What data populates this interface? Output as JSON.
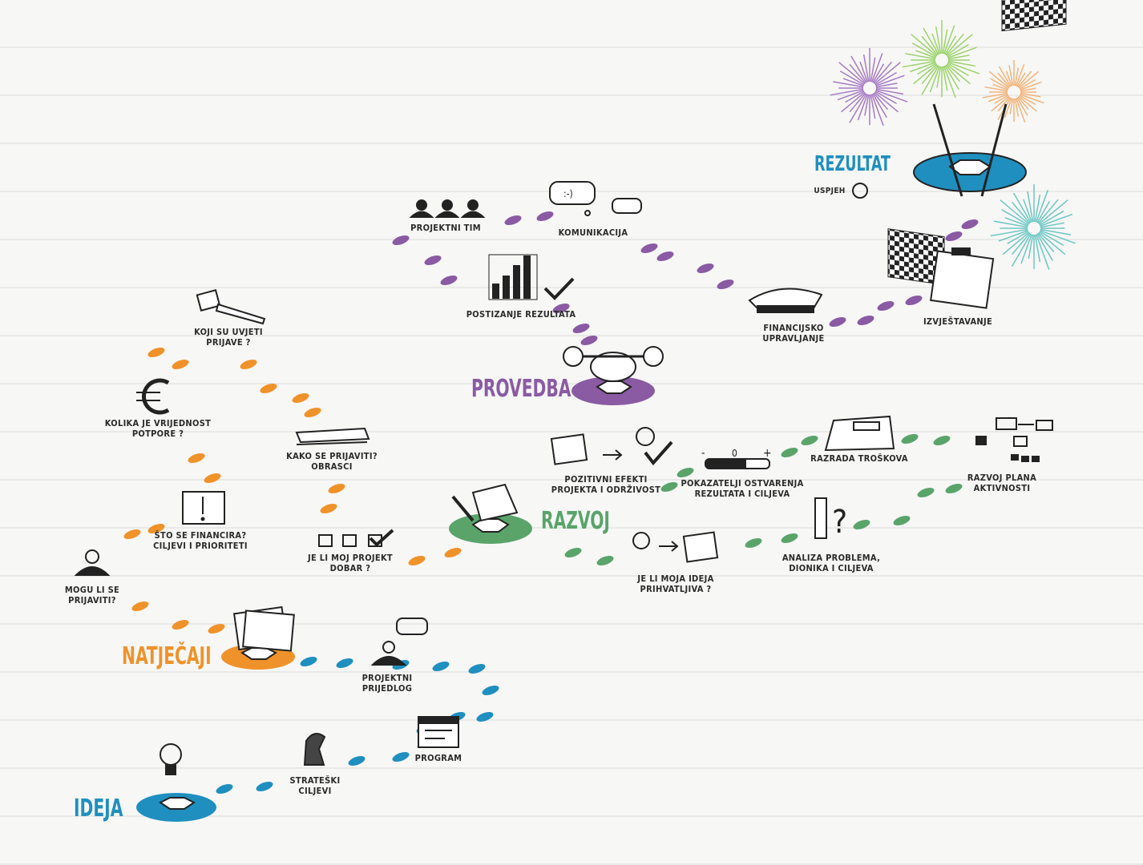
{
  "colors": {
    "ideja": "#1f8fbf",
    "natjecaji": "#f0922a",
    "razvoj": "#5aa46a",
    "provedba": "#8a5aa3",
    "rezultat": "#1f8fbf"
  },
  "stages": {
    "ideja": {
      "title": "IDEJA",
      "steps": [
        "Strateški ciljevi",
        "Program",
        "Projektni prijedlog"
      ]
    },
    "natjecaji": {
      "title": "NATJEČAJI"
    },
    "razvoj": {
      "title": "RAZVOJ"
    },
    "provedba": {
      "title": "PROVEDBA"
    },
    "rezultat": {
      "title": "REZULTAT",
      "subtitle": "Uspjeh"
    }
  },
  "labels": {
    "strateski": [
      "Strateški",
      "ciljevi"
    ],
    "program": [
      "Program"
    ],
    "prijedlog": [
      "Projektni",
      "prijedlog"
    ],
    "mogu": [
      "Mogu li se",
      "prijaviti?"
    ],
    "financira": [
      "Što se financira?",
      "ciljevi i prioriteti"
    ],
    "vrijednost": [
      "Kolika je vrijednost",
      "potpore ?"
    ],
    "uvjeti": [
      "Koji su uvjeti",
      "prijave ?"
    ],
    "obrasci": [
      "Kako se prijaviti?",
      "obrasci"
    ],
    "dobar": [
      "Je li moj projekt",
      "dobar ?"
    ],
    "ideja_prihv": [
      "Je li moja ideja",
      "prihvatljiva ?"
    ],
    "analiza": [
      "Analiza problema,",
      "dionika i ciljeva"
    ],
    "plan": [
      "Razvoj plana",
      "aktivnosti"
    ],
    "troskovi": [
      "Razrada troškova"
    ],
    "pokazatelji": [
      "Pokazatelji ostvarenja",
      "rezultata i ciljeva"
    ],
    "efekti": [
      "Pozitivni efekti",
      "projekta i održivost"
    ],
    "rezultati": [
      "Postizanje rezultata"
    ],
    "tim": [
      "Projektni tim"
    ],
    "komunikacija": [
      "Komunikacija"
    ],
    "financijsko": [
      "Financijsko",
      "upravljanje"
    ],
    "izvjestavanje": [
      "Izvještavanje"
    ]
  },
  "icon_texts": {
    "smiley": ":-)",
    "slider": [
      "-",
      "0",
      "+"
    ]
  }
}
